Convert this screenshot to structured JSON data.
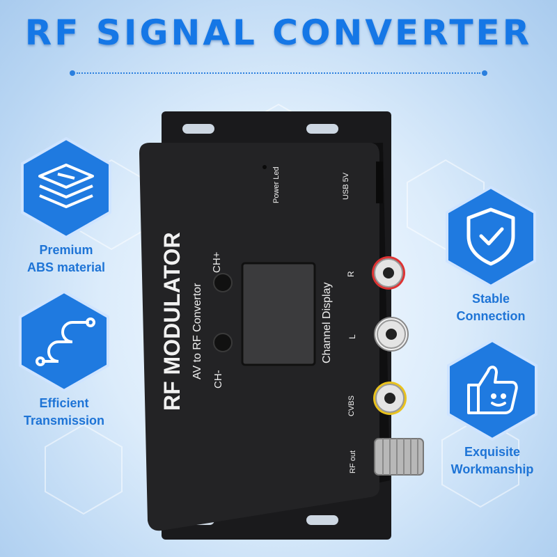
{
  "title": "RF SIGNAL CONVERTER",
  "features": [
    {
      "icon": "layers-icon",
      "line1": "Premium",
      "line2": "ABS material"
    },
    {
      "icon": "path-icon",
      "line1": "Efficient",
      "line2": "Transmission"
    },
    {
      "icon": "shield-check-icon",
      "line1": "Stable",
      "line2": "Connection"
    },
    {
      "icon": "thumbs-up-icon",
      "line1": "Exquisite",
      "line2": "Workmanship"
    }
  ],
  "device": {
    "name": "RF MODULATOR",
    "subtitle": "AV to RF Convertor",
    "display_label": "Channel Display",
    "ch_plus": "CH+",
    "ch_minus": "CH-",
    "power_led": "Power Led",
    "usb": "USB 5V",
    "port_r": "R",
    "port_l": "L",
    "port_cvbs": "CVBS",
    "rf_out": "RF out"
  },
  "colors": {
    "accent": "#1577e6",
    "hex_fill": "#1f7ae0",
    "device_body": "#1c1c1e"
  }
}
